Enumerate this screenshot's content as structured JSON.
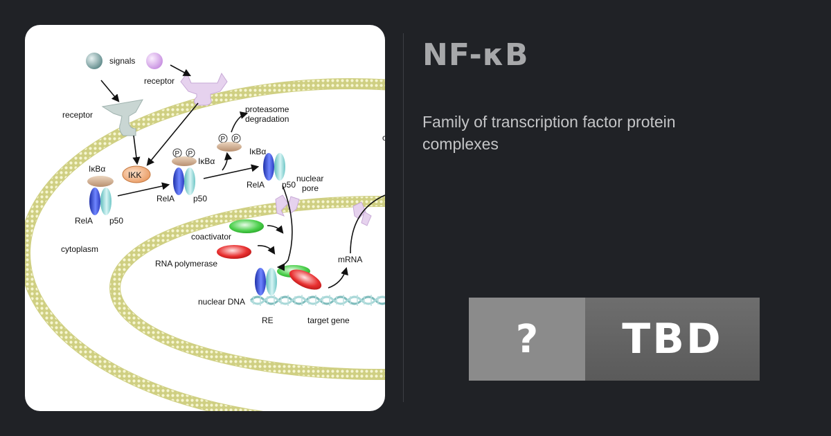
{
  "page": {
    "title": "NF-κB",
    "subtitle": "Family of transcription factor protein complexes"
  },
  "badge": {
    "left": "?",
    "right": "TBD"
  },
  "diagram": {
    "labels": {
      "signals": "signals",
      "receptor_left": "receptor",
      "receptor_right": "receptor",
      "proteasome_line1": "proteasome",
      "proteasome_line2": "degradation",
      "ikk": "IKK",
      "ikba_1": "IκBα",
      "ikba_2": "IκBα",
      "ikba_3": "IκBα",
      "rela_1": "RelA",
      "p50_1": "p50",
      "rela_2": "RelA",
      "p50_2": "p50",
      "rela_3": "RelA",
      "p50_3": "p50",
      "phospho_a": "P",
      "phospho_b": "P",
      "phospho_c": "P",
      "phospho_d": "P",
      "nuclear_pore_1": "nuclear",
      "nuclear_pore_2": "pore",
      "cytoplasm": "cytoplasm",
      "coactivator": "coactivator",
      "rna_polymerase": "RNA polymerase",
      "mrna": "mRNA",
      "nuclear_dna": "nuclear DNA",
      "re": "RE",
      "target_gene": "target gene",
      "edge_fragment": "c"
    },
    "colors": {
      "membrane": "#d9d98f",
      "membrane_fill": "#f7f7dc",
      "receptor_grey": "#c9d6d3",
      "receptor_pink": "#e6d2ee",
      "ikk": "#f2b080",
      "ikba": "#d8b898",
      "rela": "#3f55d6",
      "p50": "#8fd8d8",
      "coactivator": "#3fc43f",
      "rna_polymerase": "#e02828",
      "dna": "#9fd2d2"
    }
  }
}
